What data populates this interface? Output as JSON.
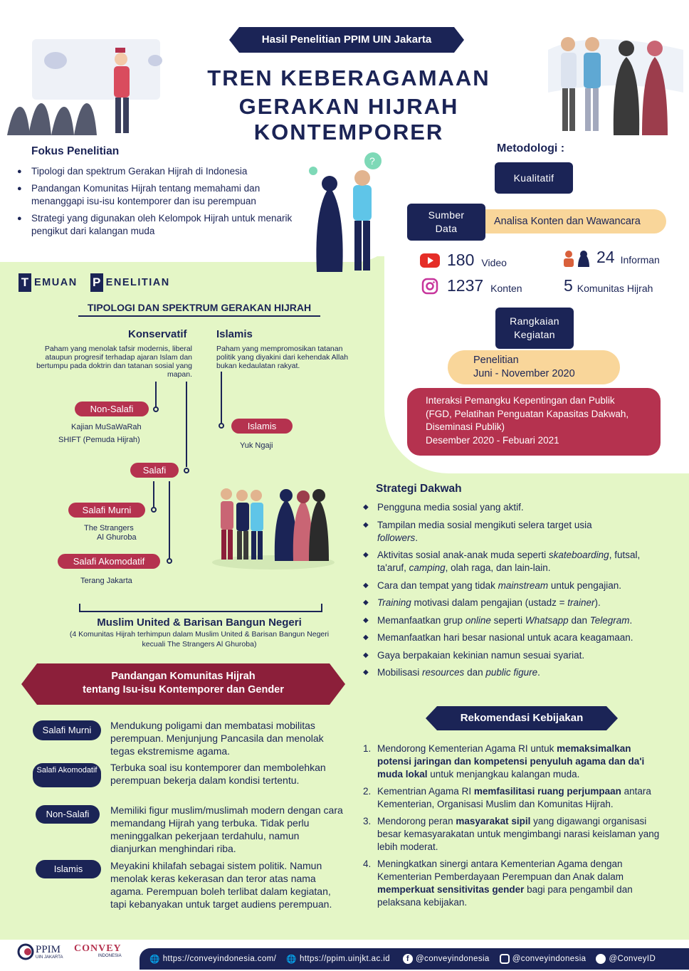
{
  "header": {
    "ribbon": "Hasil Penelitian PPIM UIN Jakarta",
    "title_line1": "TREN KEBERAGAMAAN",
    "title_line2": "GERAKAN HIJRAH KONTEMPORER"
  },
  "fokus": {
    "title": "Fokus Penelitian",
    "items": [
      "Tipologi dan spektrum Gerakan Hijrah di Indonesia",
      "Pandangan Komunitas Hijrah tentang memahami dan menanggapi isu-isu kontemporer dan isu perempuan",
      "Strategi yang digunakan oleh Kelompok Hijrah untuk menarik pengikut dari kalangan muda"
    ]
  },
  "metodologi": {
    "title": "Metodologi :",
    "kualitatif": "Kualitatif",
    "sumber_label": "Sumber Data",
    "sumber_value": "Analisa Konten dan Wawancara",
    "stats": [
      {
        "num": "180",
        "label": "Video",
        "icon": "youtube-icon"
      },
      {
        "num": "24",
        "label": "Informan",
        "icon": "people-icon"
      },
      {
        "num": "1237",
        "label": "Konten",
        "icon": "instagram-icon"
      },
      {
        "num": "5",
        "label": "Komunitas Hijrah",
        "icon": ""
      }
    ],
    "rangkaian_label": "Rangkaian Kegiatan",
    "penelitian_title": "Penelitian",
    "penelitian_date": "Juni - November 2020",
    "interaksi_lines": [
      "Interaksi Pemangku Kepentingan dan Publik",
      "(FGD, Pelatihan Penguatan Kapasitas Dakwah,",
      "Diseminasi Publik)",
      "Desember 2020 - Febuari 2021"
    ]
  },
  "temuan": {
    "letter1": "T",
    "word1": "EMUAN",
    "letter2": "P",
    "word2": "ENELITIAN",
    "subtitle": "TIPOLOGI DAN SPEKTRUM GERAKAN HIJRAH",
    "konservatif_title": "Konservatif",
    "konservatif_desc": "Paham yang menolak tafsir modernis, liberal ataupun progresif terhadap ajaran Islam dan bertumpu pada doktrin dan tatanan sosial yang mapan.",
    "islamis_title": "Islamis",
    "islamis_desc": "Paham yang mempromosikan tatanan politik yang diyakini dari kehendak Allah bukan kedaulatan rakyat.",
    "nonsalafi": "Non-Salafi",
    "nonsalafi_ex1": "Kajian MuSaWaRah",
    "nonsalafi_ex2": "SHIFT (Pemuda Hijrah)",
    "islamis_pill": "Islamis",
    "islamis_ex": "Yuk Ngaji",
    "salafi": "Salafi",
    "salafi_murni": "Salafi Murni",
    "salafi_murni_ex1": "The Strangers",
    "salafi_murni_ex2": "Al Ghuroba",
    "salafi_akomodatif": "Salafi Akomodatif",
    "salafi_akomodatif_ex": "Terang Jakarta",
    "muslim_united": "Muslim United & Barisan Bangun Negeri",
    "muslim_united_note1": "(4 Komunitas Hijrah terhimpun dalam Muslim United & Barisan Bangun Negeri",
    "muslim_united_note2": "kecuali The Strangers Al Ghuroba)"
  },
  "strategi": {
    "title": "Strategi Dakwah",
    "items": [
      "Pengguna media sosial yang aktif.",
      "Tampilan media sosial mengikuti selera target usia <i>followers</i>.",
      "Aktivitas sosial anak-anak muda seperti <i>skateboarding</i>, futsal, ta'aruf, <i>camping</i>, olah raga, dan lain-lain.",
      "Cara dan tempat yang tidak <i>mainstream</i> untuk pengajian.",
      "<i>Training</i> motivasi dalam pengajian (ustadz = <i>trainer</i>).",
      "Memanfaatkan grup <i>online</i> seperti <i>Whatsapp</i> dan <i>Telegram</i>.",
      "Memanfaatkan hari besar nasional untuk acara keagamaan.",
      "Gaya berpakaian kekinian namun sesuai syariat.",
      "Mobilisasi <i>resources</i> dan <i>public figure</i>."
    ]
  },
  "pandangan": {
    "title_line1": "Pandangan Komunitas Hijrah",
    "title_line2": "tentang Isu-isu Kontemporer dan Gender",
    "rows": [
      {
        "label": "Salafi Murni",
        "text": "Mendukung poligami dan membatasi mobilitas perempuan. Menjunjung Pancasila dan menolak tegas ekstremisme agama."
      },
      {
        "label": "Salafi Akomodatif",
        "text": "Terbuka soal isu kontemporer dan membolehkan perempuan bekerja dalam kondisi tertentu."
      },
      {
        "label": "Non-Salafi",
        "text": "Memiliki figur muslim/muslimah modern dengan cara memandang Hijrah yang terbuka. Tidak perlu meninggalkan pekerjaan terdahulu, namun dianjurkan menghindari riba."
      },
      {
        "label": "Islamis",
        "text": "Meyakini khilafah sebagai sistem politik. Namun menolak keras kekerasan dan teror atas nama agama. Perempuan boleh terlibat dalam kegiatan, tapi kebanyakan untuk target audiens perempuan."
      }
    ]
  },
  "rekomendasi": {
    "title": "Rekomendasi Kebijakan",
    "items": [
      "Mendorong Kementerian Agama RI untuk <b>memaksimalkan potensi jaringan dan kompetensi penyuluh agama dan da'i muda lokal</b> untuk menjangkau kalangan muda.",
      "Kementrian Agama RI <b>memfasilitasi ruang perjumpaan</b> antara Kementerian, Organisasi Muslim dan Komunitas Hijrah.",
      "Mendorong peran <b>masyarakat sipil</b> yang digawangi organisasi besar kemasyarakatan untuk mengimbangi narasi keislaman yang lebih moderat.",
      "Meningkatkan sinergi antara Kementerian Agama dengan Kementerian Pemberdayaan Perempuan dan Anak dalam <b>memperkuat sensitivitas gender</b> bagi para pengambil dan pelaksana kebijakan."
    ]
  },
  "footer": {
    "logo1": "PPIM",
    "logo1_sub": "UIN JAKARTA",
    "logo2": "CONVEY",
    "logo2_sub": "INDONESIA",
    "links": [
      "https://conveyindonesia.com/",
      "https://ppim.uinjkt.ac.id",
      "@conveyindonesia",
      "@conveyindonesia",
      "@ConveyID"
    ]
  },
  "colors": {
    "navy": "#1b2456",
    "green": "#e4f6c6",
    "maroon": "#8c1f3a",
    "peach": "#f9d69a",
    "red": "#b5324f"
  }
}
